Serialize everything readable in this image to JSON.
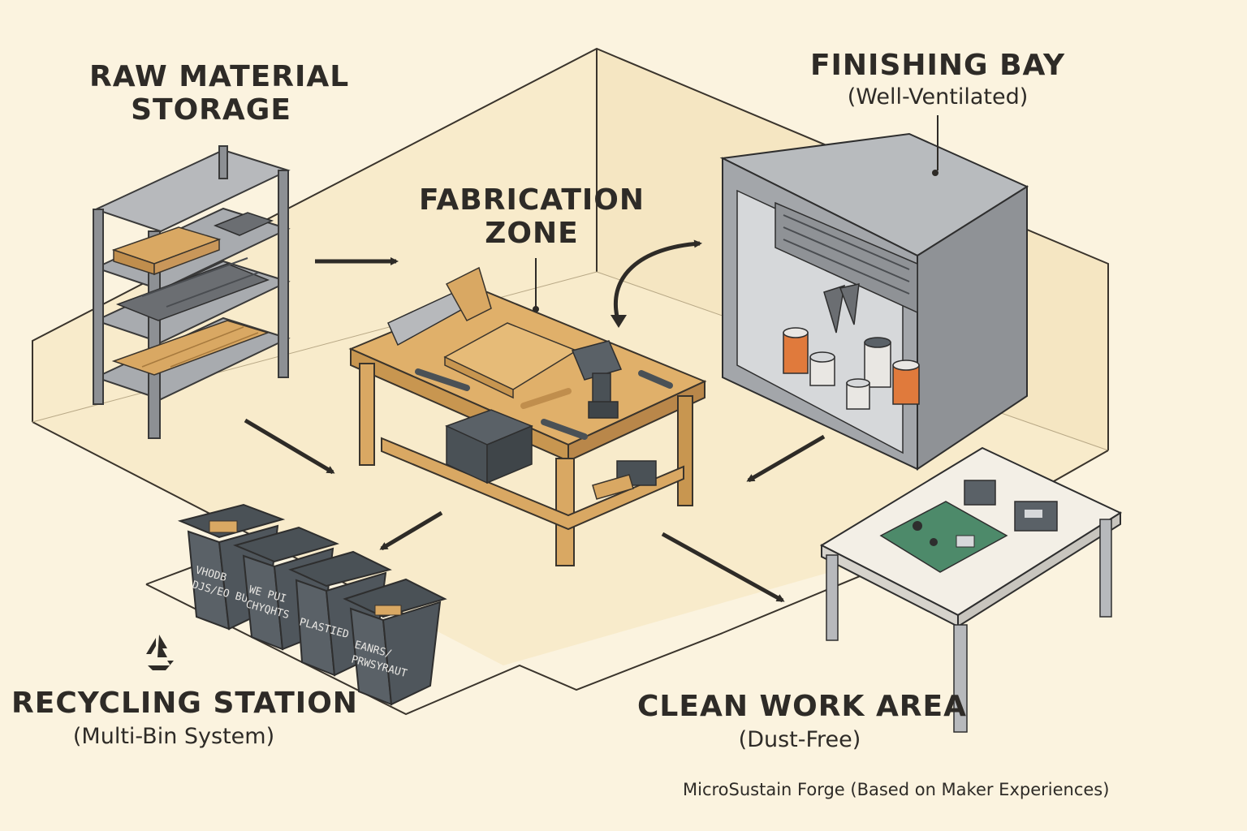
{
  "zones": {
    "raw_material": {
      "title_line1": "RAW MATERIAL",
      "title_line2": "STORAGE"
    },
    "fabrication": {
      "title_line1": "FABRICATION",
      "title_line2": "ZONE"
    },
    "finishing": {
      "title": "FINISHING BAY",
      "subtitle": "(Well-Ventilated)"
    },
    "recycling": {
      "title": "RECYCLING STATION",
      "subtitle": "(Multi-Bin System)"
    },
    "clean_work": {
      "title": "CLEAN WORK AREA",
      "subtitle": "(Dust-Free)"
    }
  },
  "bins": [
    {
      "label_line1": "VHODB",
      "label_line2": "DJS/EO BUND"
    },
    {
      "label_line1": "WE PUI",
      "label_line2": "CHYQHTS"
    },
    {
      "label_line1": "PLASTIED",
      "label_line2": ""
    },
    {
      "label_line1": "EANRS/",
      "label_line2": "PRWSYRAUT"
    }
  ],
  "caption": "MicroSustain Forge (Based on Maker Experiences)",
  "icons": [
    "recycle-icon"
  ],
  "colors": {
    "background": "#fbf3df",
    "wood": "#d9a863",
    "metal": "#9c9fa3",
    "bin": "#5a6167",
    "accent_orange": "#e07a3c",
    "circuit_green": "#4d8a6a"
  }
}
